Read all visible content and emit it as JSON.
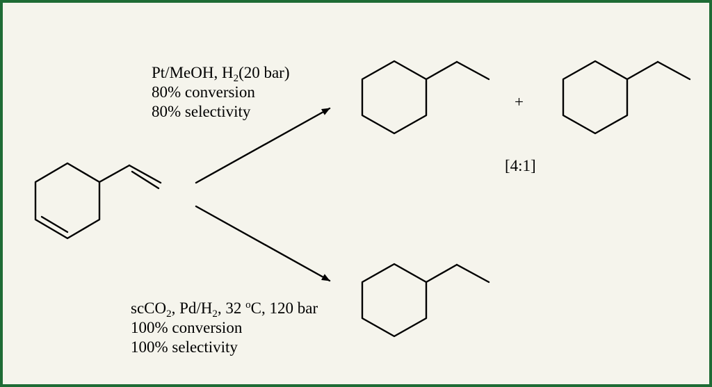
{
  "colors": {
    "frame_border": "#1e6b35",
    "background": "#f5f4ec",
    "ink": "#000000"
  },
  "top_route": {
    "line1": {
      "pre": "Pt/MeOH, H",
      "sub": "2",
      "post": "(20 bar)"
    },
    "line2": "80% conversion",
    "line3": "80% selectivity"
  },
  "bottom_route": {
    "line1": {
      "pre": "scCO",
      "sub1": "2",
      "mid": ", Pd/H",
      "sub2": "2",
      "mid2": ", 32 ",
      "sup": "o",
      "post": "C, 120 bar"
    },
    "line2": "100% conversion",
    "line3": "100% selectivity"
  },
  "plus_sign": "+",
  "ratio_label": "[4:1]"
}
